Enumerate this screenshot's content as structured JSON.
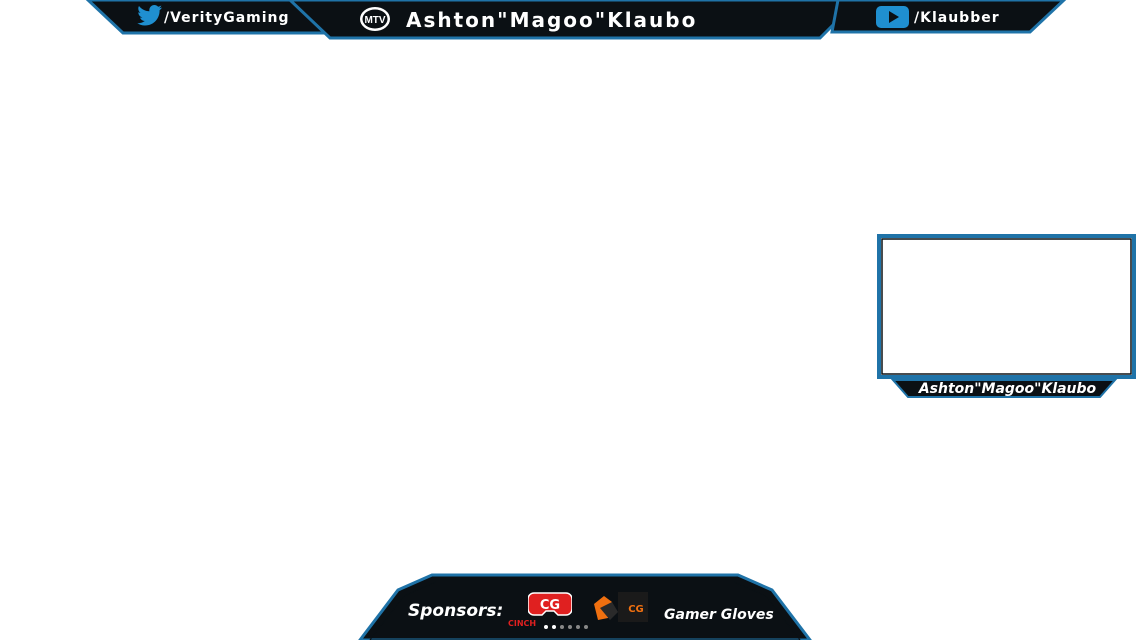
{
  "header": {
    "twitter_handle": "/VerityGaming",
    "channel_title": "Ashton\"Magoo\"Klaubo",
    "youtube_handle": "/Klaubber",
    "logo_text": "MTV"
  },
  "webcam": {
    "name_label": "Ashton\"Magoo\"Klaubo"
  },
  "sponsors": {
    "label": "Sponsors:",
    "cinch_logo_text": "CG",
    "cinch_name": "CINCH",
    "gloves_logo_text": "CG",
    "gloves_name": "Gamer Gloves"
  },
  "colors": {
    "panel": "#0b1014",
    "accent_blue": "#1f73a8",
    "logo_red": "#e02020",
    "logo_orange": "#f07010"
  },
  "icons": [
    "twitter-bird-icon",
    "mtv-logo-icon",
    "youtube-play-icon",
    "cinch-gaming-logo",
    "gamer-gloves-logo"
  ]
}
